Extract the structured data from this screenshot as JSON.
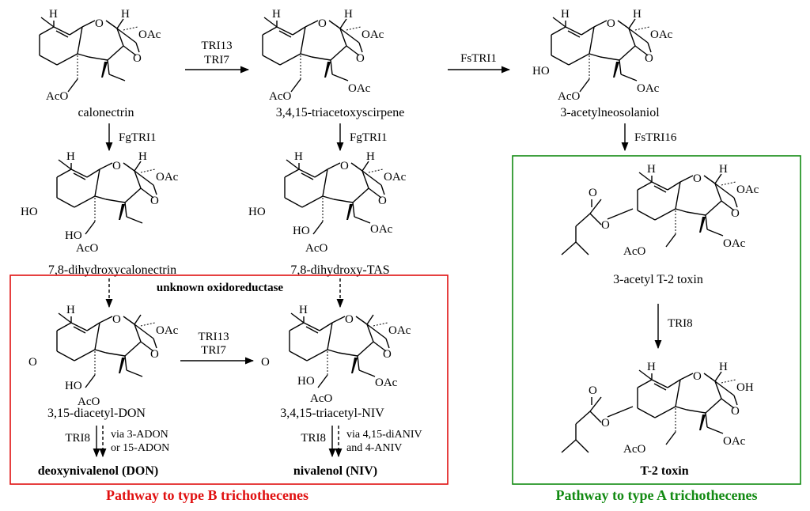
{
  "molecules": {
    "calonectrin": "calonectrin",
    "tas": "3,4,15-triacetoxyscirpene",
    "acns": "3-acetylneosolaniol",
    "dhcal": "7,8-dihydroxycalonectrin",
    "dhtas": "7,8-dihydroxy-TAS",
    "at2": "3-acetyl T-2 toxin",
    "diadon": "3,15-diacetyl-DON",
    "triniv": "3,4,15-triacetyl-NIV",
    "don": "deoxynivalenol (DON)",
    "niv": "nivalenol (NIV)",
    "t2": "T-2 toxin"
  },
  "enzymes": {
    "tri13": "TRI13",
    "tri7": "TRI7",
    "fstri1": "FsTRI1",
    "fgtri1": "FgTRI1",
    "fstri16": "FsTRI16",
    "tri8": "TRI8",
    "oxidoreductase": "unknown oxidoreductase"
  },
  "via_notes": {
    "don_line1": "via  3-ADON",
    "don_line2": "or 15-ADON",
    "niv_line1": "via  4,15-diANIV",
    "niv_line2": "and 4-ANIV"
  },
  "atoms": {
    "H": "H",
    "O": "O",
    "OAc": "OAc",
    "OH": "OH",
    "AcO": "AcO",
    "HO": "HO",
    "ring_O": "O"
  },
  "panels": {
    "type_b": {
      "title": "Pathway to type B trichothecenes",
      "color": "#e01010"
    },
    "type_a": {
      "title": "Pathway to type A trichothecenes",
      "color": "#128a12"
    }
  }
}
